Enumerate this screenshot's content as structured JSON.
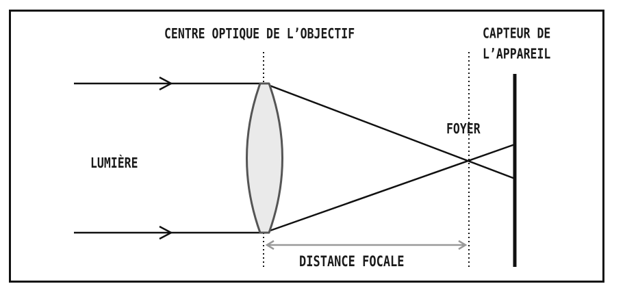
{
  "labels": {
    "optical_center": "CENTRE OPTIQUE DE L’OBJECTIF",
    "sensor_line1": "CAPTEUR DE",
    "sensor_line2": "L’APPAREIL",
    "focus": "FOYER",
    "light": "LUMIÈRE",
    "focal_distance": "DISTANCE FOCALE"
  },
  "colors": {
    "stroke": "#111111",
    "lens_fill": "#eaeaea",
    "lens_stroke": "#555555",
    "dimension_line": "#999999"
  }
}
